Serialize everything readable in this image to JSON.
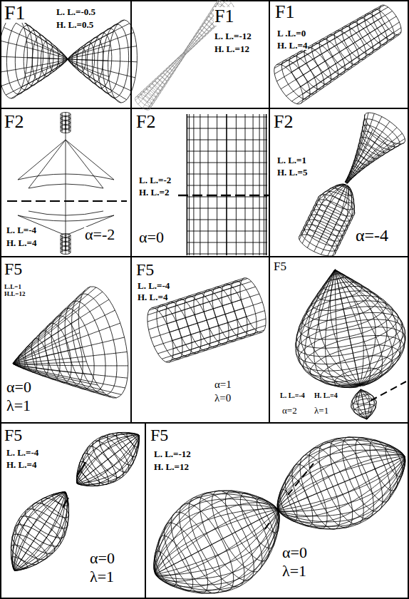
{
  "diagram": {
    "labels": [
      "F1",
      "L. L.=-0.5",
      "H. L.=0.5",
      "F1",
      "L. L.=-12",
      "H. L.=12",
      "F1",
      "L .L.=0",
      "H. L.=4",
      "F2",
      "L. L=-4",
      "H. L.=4",
      "α=-2",
      "F2",
      "L. L.=-2",
      "H. L.=2",
      "α=0",
      "F2",
      "L. L.=1",
      "H. L.=5",
      "α=-4",
      "F5",
      "L.L=1",
      "H.L=12",
      "α=0",
      "λ=1",
      "F5",
      "L. L.=-4",
      "H. L.=4",
      "α=1",
      "λ=0",
      "F5",
      "L. L.=-4",
      "H. L.=4",
      "α=2",
      "λ=1",
      "F5",
      "L. L.=-4",
      "H. L.=4",
      "α=0",
      "λ=1",
      "F5",
      "L. L.=-12",
      "H. L.=12",
      "α=0",
      "λ=1"
    ]
  }
}
